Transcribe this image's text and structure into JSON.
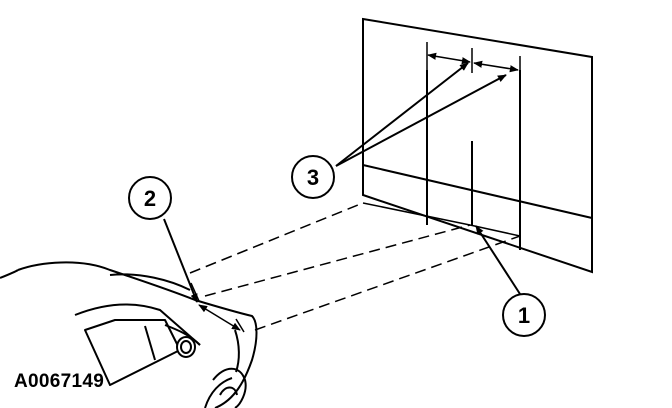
{
  "figure": {
    "id": "A0067149",
    "callouts": [
      {
        "key": "c1",
        "label": "1"
      },
      {
        "key": "c2",
        "label": "2"
      },
      {
        "key": "c3",
        "label": "3"
      }
    ]
  },
  "colors": {
    "line": "#000000",
    "background": "#ffffff"
  }
}
